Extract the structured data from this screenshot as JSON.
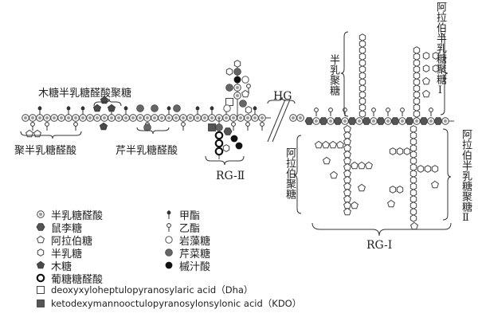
{
  "labels": {
    "xylogalacturonan": "木糖半乳糖醛酸聚糖",
    "homogalacturonan": "聚半乳糖醛酸",
    "apiogalacturonan": "芹半乳糖醛酸",
    "rg2": "RG-Ⅱ",
    "hg": "HG",
    "rg1": "RG-Ⅰ",
    "galactan": "半乳聚糖",
    "arabinogalactan1": "阿拉伯半乳糖聚糖Ⅰ",
    "arabinogalactan2": "阿拉伯半乳糖聚糖Ⅱ",
    "arabinan": "阿拉伯聚糖"
  },
  "legend": {
    "left": [
      {
        "symbol": "galacturonic-acid",
        "label": "半乳糖醛酸"
      },
      {
        "symbol": "rhamnose",
        "label": "鼠李糖"
      },
      {
        "symbol": "arabinose",
        "label": "阿拉伯糖"
      },
      {
        "symbol": "galactose",
        "label": "半乳糖"
      },
      {
        "symbol": "xylose",
        "label": "木糖"
      },
      {
        "symbol": "glucuronic-acid",
        "label": "葡糖糖醛酸"
      }
    ],
    "right": [
      {
        "symbol": "methyl-ester",
        "label": "甲酯"
      },
      {
        "symbol": "acetyl-ester",
        "label": "乙酯"
      },
      {
        "symbol": "fucose",
        "label": "岩藻糖"
      },
      {
        "symbol": "apiose",
        "label": "芹菜糖"
      },
      {
        "symbol": "aceric-acid",
        "label": "槭汁酸"
      }
    ],
    "bottom": [
      {
        "symbol": "dha",
        "label": "deoxyxyloheptulopyranosylaric acid（Dha）"
      },
      {
        "symbol": "kdo",
        "label": "ketodexymannooctulopyranosylonsylonic acid（KDO）"
      }
    ]
  }
}
